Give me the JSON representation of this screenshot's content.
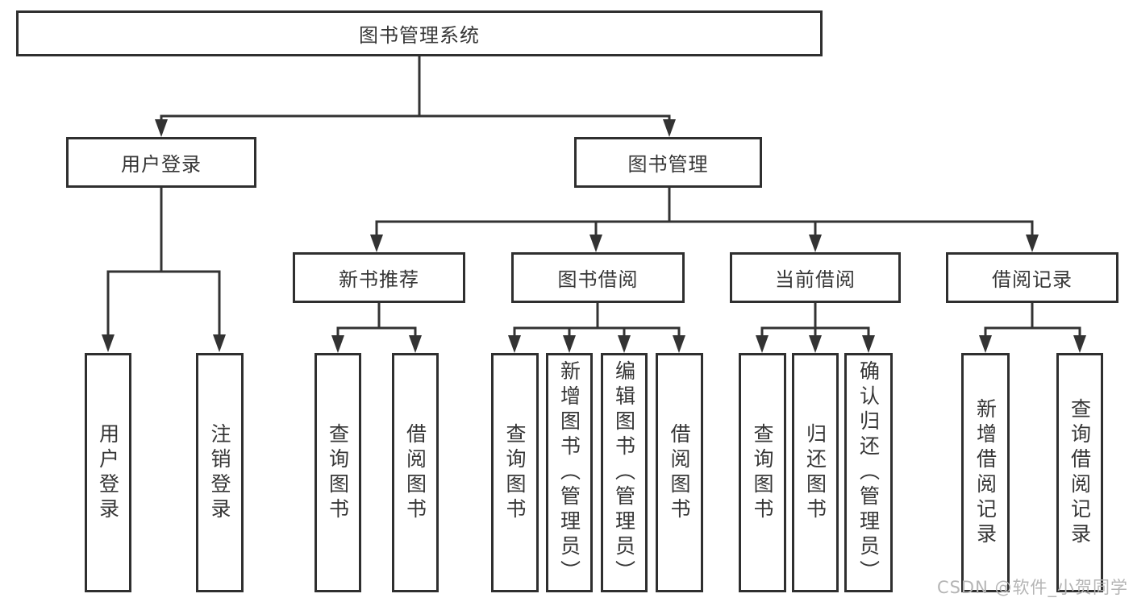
{
  "diagram_title": "图书管理系统",
  "colors": {
    "line": "#333333",
    "box_border": "#2f2f2f",
    "box_bg": "#ffffff",
    "text": "#363636",
    "watermark": "#b5b5b5"
  },
  "watermark": "CSDN @软件_小贺同学",
  "nodes": {
    "root": "图书管理系统",
    "level2": [
      {
        "label": "用户登录"
      },
      {
        "label": "图书管理"
      }
    ],
    "level3": [
      {
        "label": "新书推荐"
      },
      {
        "label": "图书借阅"
      },
      {
        "label": "当前借阅"
      },
      {
        "label": "借阅记录"
      }
    ],
    "leaves": {
      "user": [
        "用户登录",
        "注销登录"
      ],
      "recommend": [
        "查询图书",
        "借阅图书"
      ],
      "borrow": [
        "查询图书",
        "新增图书（管理员）",
        "编辑图书（管理员）",
        "借阅图书"
      ],
      "current": [
        "查询图书",
        "归还图书",
        "确认归还（管理员）"
      ],
      "records": [
        "新增借阅记录",
        "查询借阅记录"
      ]
    }
  }
}
